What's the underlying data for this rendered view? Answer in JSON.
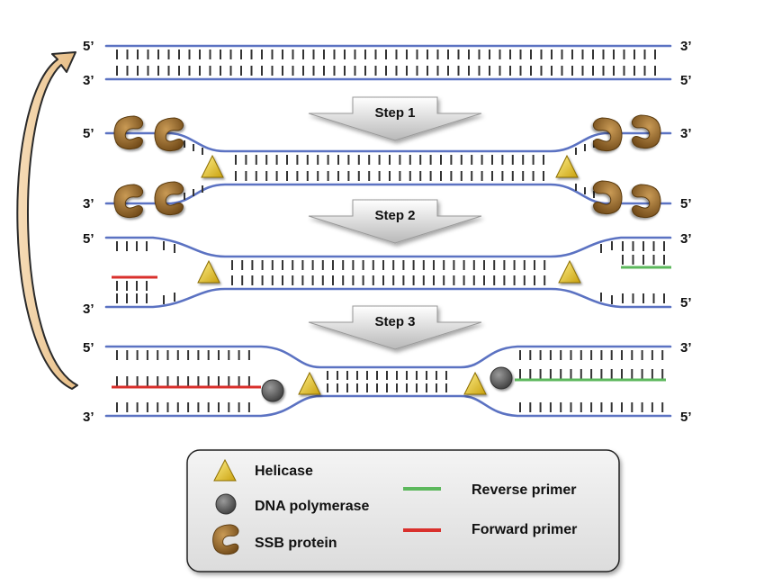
{
  "strand_labels": {
    "five_prime": "5’",
    "three_prime": "3’"
  },
  "steps": [
    "Step 1",
    "Step 2",
    "Step 3"
  ],
  "legend": {
    "helicase": "Helicase",
    "dna_polymerase": "DNA polymerase",
    "ssb_protein": "SSB protein",
    "reverse_primer": "Reverse primer",
    "forward_primer": "Forward primer"
  },
  "colors": {
    "strand": "#5b72c2",
    "helicase": "#e8c52a",
    "dna_polymerase": "#555555",
    "ssb_protein": "#9a6a2e",
    "reverse_primer": "#5cb85c",
    "forward_primer": "#d9302c",
    "cycle_arrow": "#f1d2a6"
  },
  "icons": {
    "helicase": "triangle-icon",
    "dna_polymerase": "circle-icon",
    "ssb_protein": "ssb-protein-icon"
  }
}
